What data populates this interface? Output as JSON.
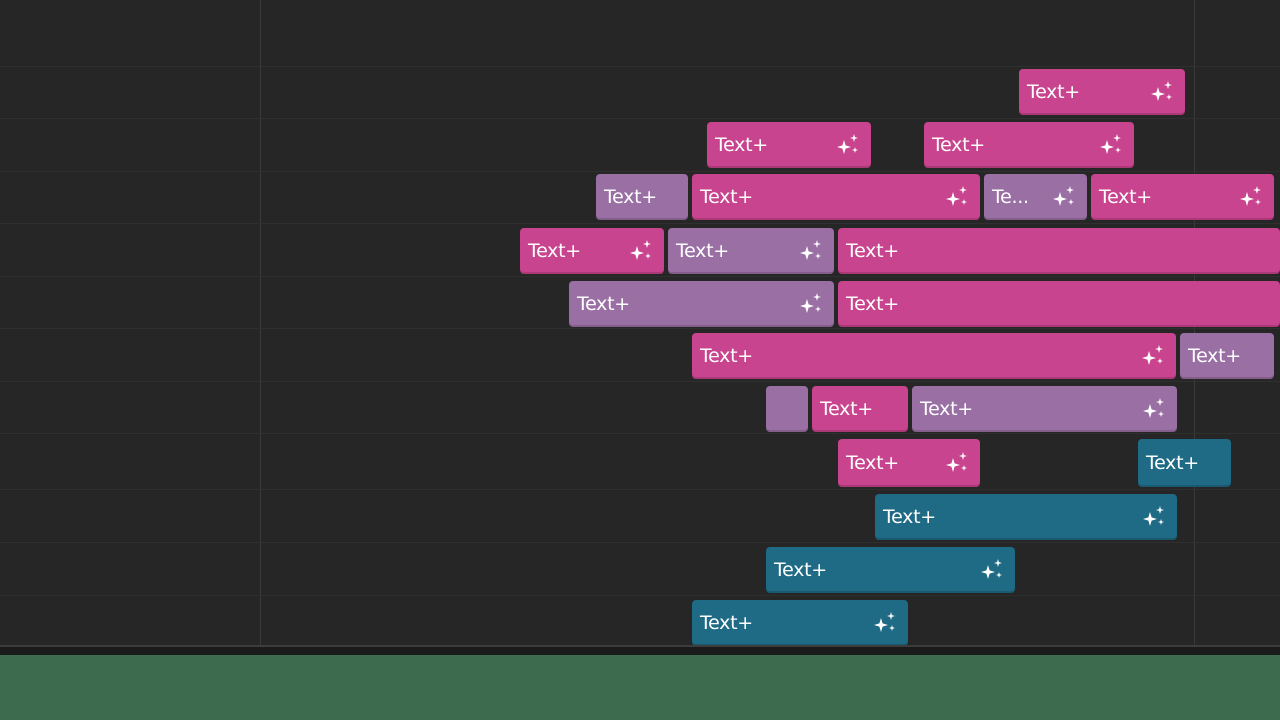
{
  "timeline": {
    "clips": [
      {
        "label": "Text+",
        "color": "pink",
        "fx": true
      },
      {
        "label": "Text+",
        "color": "pink",
        "fx": true
      },
      {
        "label": "Text+",
        "color": "pink",
        "fx": true
      },
      {
        "label": "Text+",
        "color": "purple",
        "fx": false
      },
      {
        "label": "Text+",
        "color": "pink",
        "fx": true
      },
      {
        "label": "Te...",
        "color": "purple",
        "fx": true
      },
      {
        "label": "Text+",
        "color": "pink",
        "fx": true
      },
      {
        "label": "Text+",
        "color": "pink",
        "fx": true
      },
      {
        "label": "Text+",
        "color": "purple",
        "fx": true
      },
      {
        "label": "Text+",
        "color": "pink",
        "fx": false
      },
      {
        "label": "Text+",
        "color": "purple",
        "fx": true
      },
      {
        "label": "Text+",
        "color": "pink",
        "fx": false
      },
      {
        "label": "Text+",
        "color": "pink",
        "fx": true
      },
      {
        "label": "Text+",
        "color": "purple",
        "fx": false
      },
      {
        "label": "",
        "color": "purple",
        "fx": false
      },
      {
        "label": "Text+",
        "color": "pink",
        "fx": false
      },
      {
        "label": "Text+",
        "color": "purple",
        "fx": true
      },
      {
        "label": "Text+",
        "color": "pink",
        "fx": true
      },
      {
        "label": "Text+",
        "color": "blue",
        "fx": false
      },
      {
        "label": "Text+",
        "color": "blue",
        "fx": true
      },
      {
        "label": "Text+",
        "color": "blue",
        "fx": true
      },
      {
        "label": "Text+",
        "color": "blue",
        "fx": true
      }
    ]
  },
  "colors": {
    "pink": "#c9448e",
    "purple": "#9a6fa4",
    "blue": "#1f6a85",
    "background": "#262626",
    "audio_track": "#3d6b4e"
  },
  "icons": {
    "fx": "sparkle-icon"
  }
}
